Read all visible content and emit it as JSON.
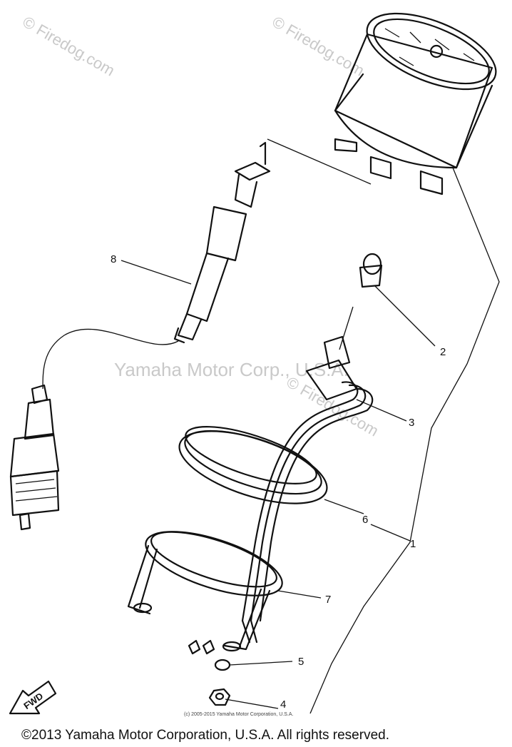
{
  "callouts": [
    "8",
    "2",
    "3",
    "6",
    "1",
    "7",
    "5",
    "4"
  ],
  "fwd_label": "FWD",
  "watermarks": {
    "firedog": "© Firedog.com",
    "center": "Yamaha Motor Corp., U.S.A."
  },
  "small_copyright": "(c) 2005-2015 Yamaha Motor Corporation, U.S.A.",
  "copyright": "©2013 Yamaha Motor Corporation, U.S.A. All rights reserved.",
  "colors": {
    "ink": "#111111",
    "watermark": "#c9c9c9",
    "background": "#ffffff"
  }
}
